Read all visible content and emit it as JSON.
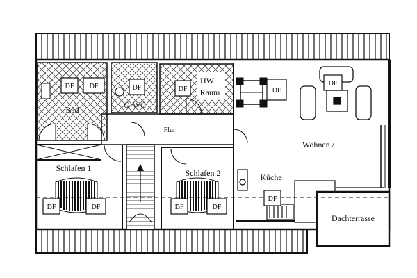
{
  "plan": {
    "rooms": {
      "bad": "Bad",
      "gwc": "G-WC",
      "hw_line1": "HW",
      "hw_line2": "Raum",
      "flur": "Flur",
      "wohnen": "Wohnen /",
      "kueche": "Küche",
      "schlafen1": "Schlafen 1",
      "schlafen2": "Schlafen 2",
      "dachterrasse": "Dachterrasse"
    },
    "window_label": "DF"
  }
}
